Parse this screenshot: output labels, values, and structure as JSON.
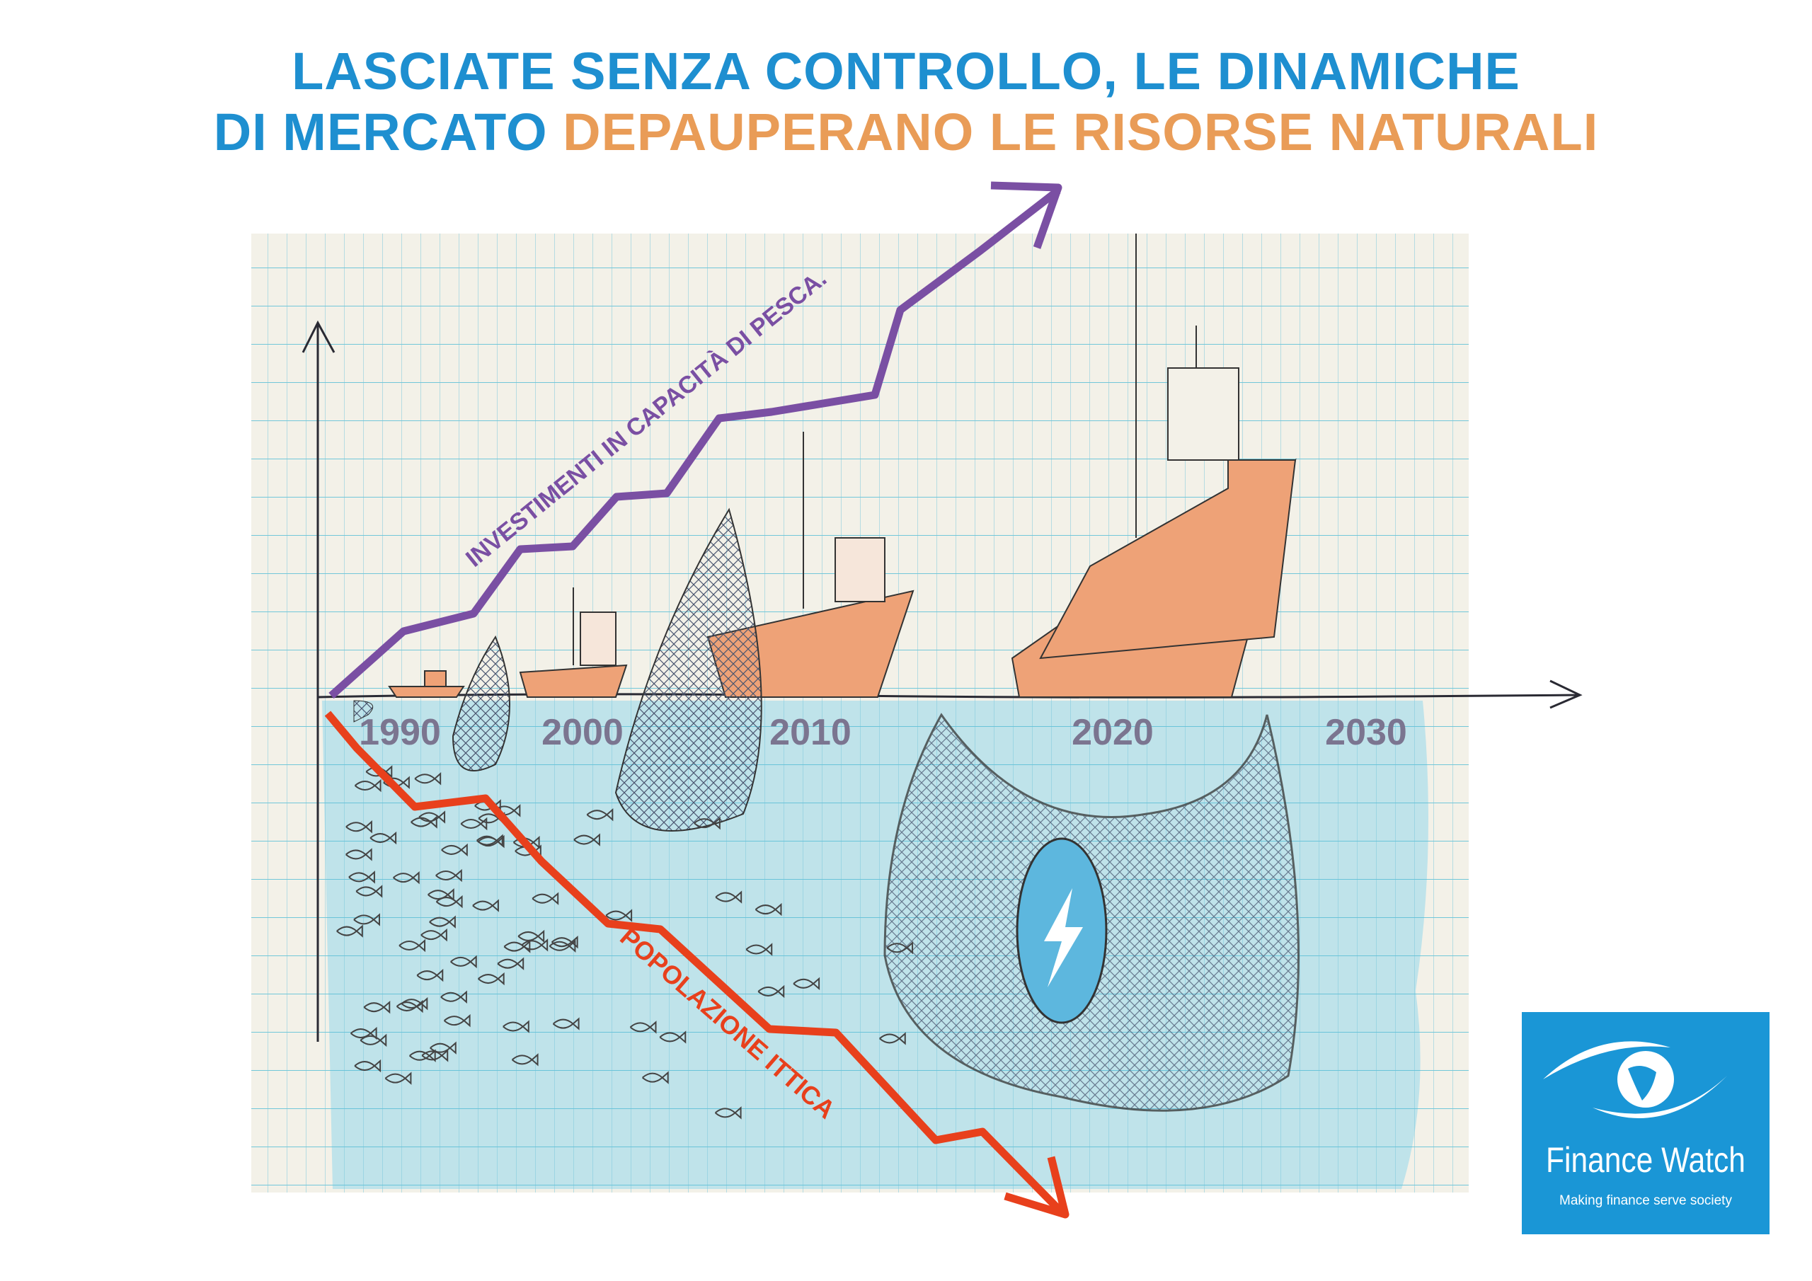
{
  "title": {
    "line1": "LASCIATE SENZA CONTROLLO, LE DINAMICHE",
    "line2_blue": "DI MERCATO",
    "line2_orange": "DEPAUPERANO LE RISORSE NATURALI"
  },
  "diagram": {
    "years": [
      "1990",
      "2000",
      "2010",
      "2020",
      "2030"
    ],
    "rising_label": "INVESTIMENTI IN CAPACITÀ DI PESCA.",
    "falling_label": "POPOLAZIONE ITTICA",
    "colors": {
      "rising": "#7a4fa3",
      "falling": "#e8401c",
      "sea": "#bfe3ea",
      "grid": "#5bbfd6",
      "ship": "#eea277"
    }
  },
  "logo": {
    "name": "Finance Watch",
    "tagline": "Making finance serve society",
    "color": "#1a96d6"
  }
}
